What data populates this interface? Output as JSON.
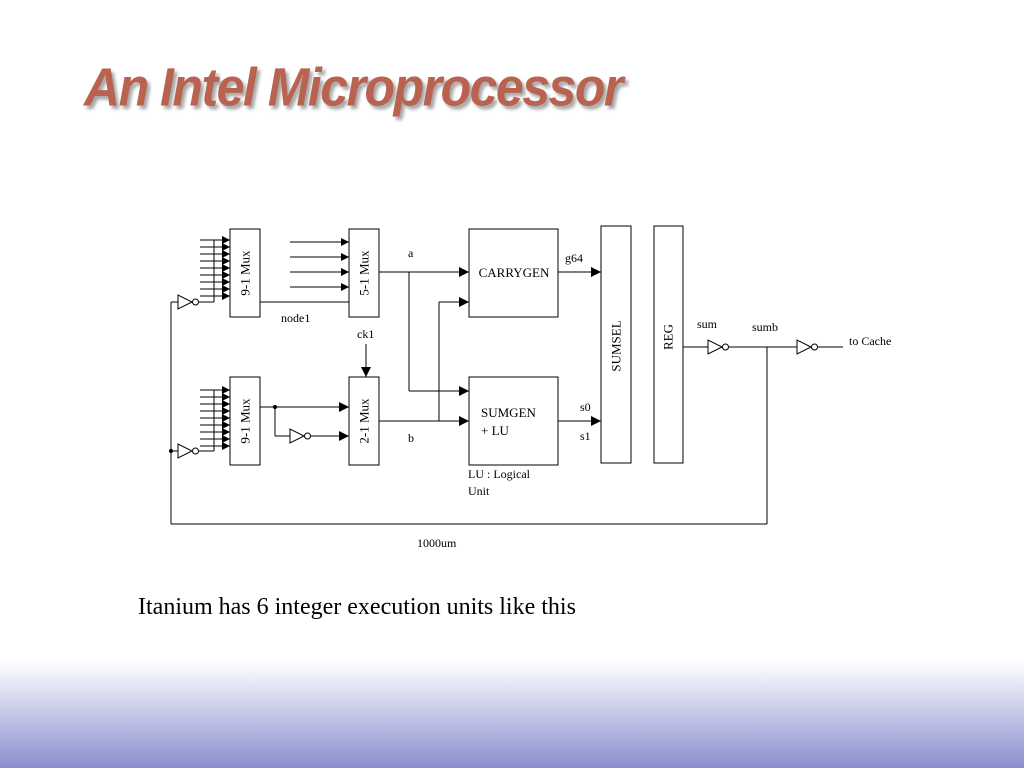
{
  "slide": {
    "title": "An Intel Microprocessor",
    "caption": "Itanium has 6 integer execution units like this"
  },
  "diagram": {
    "blocks": {
      "mux_top_left": "9-1 Mux",
      "mux_top_mid": "5-1 Mux",
      "mux_bottom_left": "9-1 Mux",
      "mux_bottom_mid": "2-1 Mux",
      "carrygen": "CARRYGEN",
      "sumgen_line1": "SUMGEN",
      "sumgen_line2": "+ LU",
      "sumsel": "SUMSEL",
      "reg": "REG"
    },
    "signals": {
      "node1": "node1",
      "ck1": "ck1",
      "a": "a",
      "b": "b",
      "g64": "g64",
      "s0": "s0",
      "s1": "s1",
      "sum": "sum",
      "sumb": "sumb",
      "to_cache": "to Cache",
      "length": "1000um"
    },
    "notes": {
      "lu_line1": "LU : Logical",
      "lu_line2": "Unit"
    }
  }
}
